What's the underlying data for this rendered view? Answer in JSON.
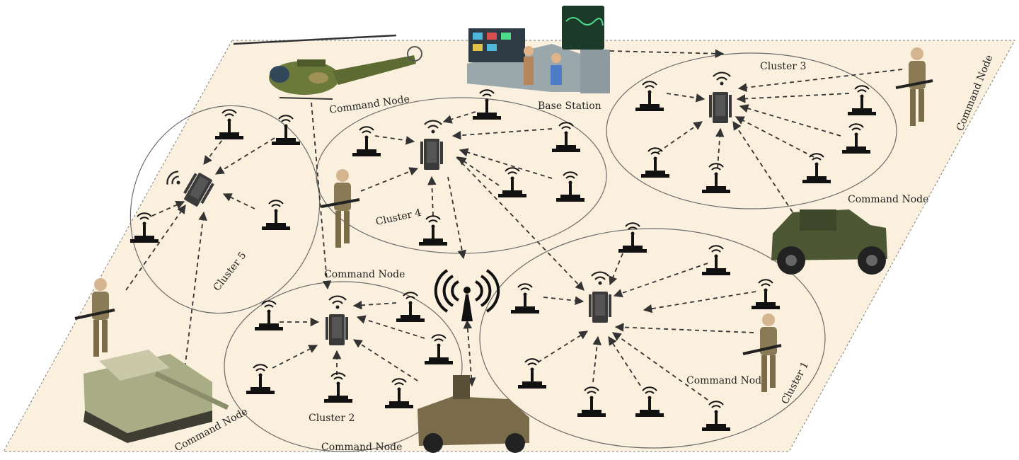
{
  "labels": {
    "base_station": "Base Station",
    "cmd_helicopter": "Command Node",
    "cmd_right": "Command Node",
    "cmd_jeep": "Command Node",
    "cmd_center": "Command Node",
    "cmd_soldier1": "Command Nod",
    "cmd_tank": "Command Node",
    "cmd_vehicle": "Command Node",
    "cluster1": "Cluster 1",
    "cluster2": "Cluster 2",
    "cluster3": "Cluster 3",
    "cluster4": "Cluster 4",
    "cluster5": "Cluster 5"
  },
  "colors": {
    "ground": "#fbf0dd",
    "ground_border": "#7a7a7a",
    "node": "#111111",
    "cluster_head": "#3a3a3a",
    "arrow": "#333333",
    "camo_green": "#6b7a3a",
    "camo_tan": "#b59a63"
  },
  "icons": {
    "sensor": "sensor-node-icon",
    "cluster_head": "cluster-head-icon",
    "tower": "radio-tower-icon",
    "helicopter": "helicopter-icon",
    "tank": "tank-icon",
    "jeep": "jeep-icon",
    "soldier": "soldier-icon",
    "base_station": "base-station-icon"
  }
}
